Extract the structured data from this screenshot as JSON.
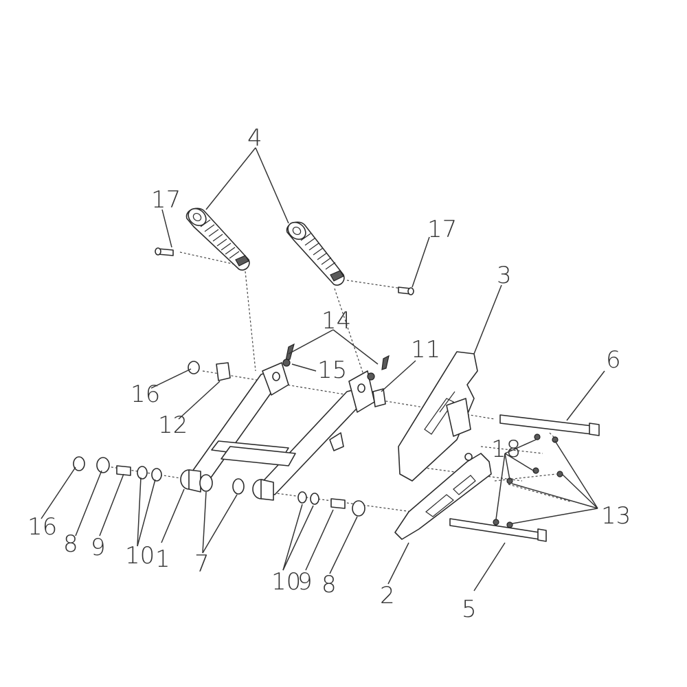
{
  "callouts": {
    "c1": "1",
    "c2": "2",
    "c3": "3",
    "c4": "4",
    "c5": "5",
    "c6": "6",
    "c7": "7",
    "c8a": "8",
    "c8b": "8",
    "c9a": "9",
    "c9b": "9",
    "c10a": "10",
    "c10b": "10",
    "c11": "11",
    "c12": "12",
    "c13": "13",
    "c14": "14",
    "c15": "15",
    "c16a": "16",
    "c16b": "16",
    "c17a": "17",
    "c17b": "17",
    "c18": "18"
  }
}
